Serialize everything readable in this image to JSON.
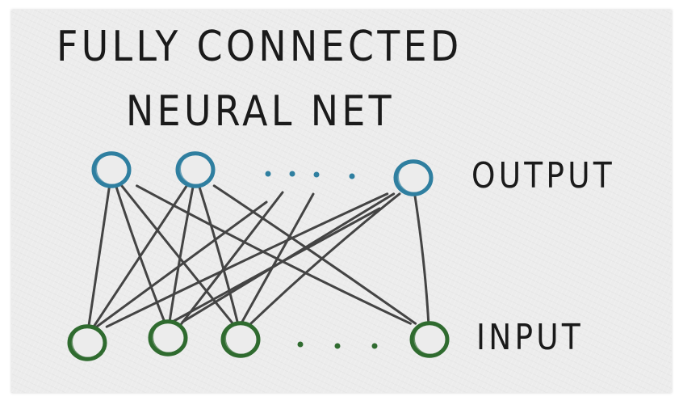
{
  "title": {
    "line1": "FULLY CONNECTED",
    "line2": "NEURAL NET"
  },
  "labels": {
    "output": "OUTPUT",
    "input": "INPUT"
  },
  "colors": {
    "output_node": "#2f7fa0",
    "input_node": "#2f6b2f",
    "edge": "#444444",
    "text": "#1a1a1a",
    "paper": "#ececec"
  },
  "network": {
    "output_nodes_visible": 3,
    "input_nodes_visible": 4,
    "ellipsis": "· · · ·",
    "fully_connected": true
  }
}
